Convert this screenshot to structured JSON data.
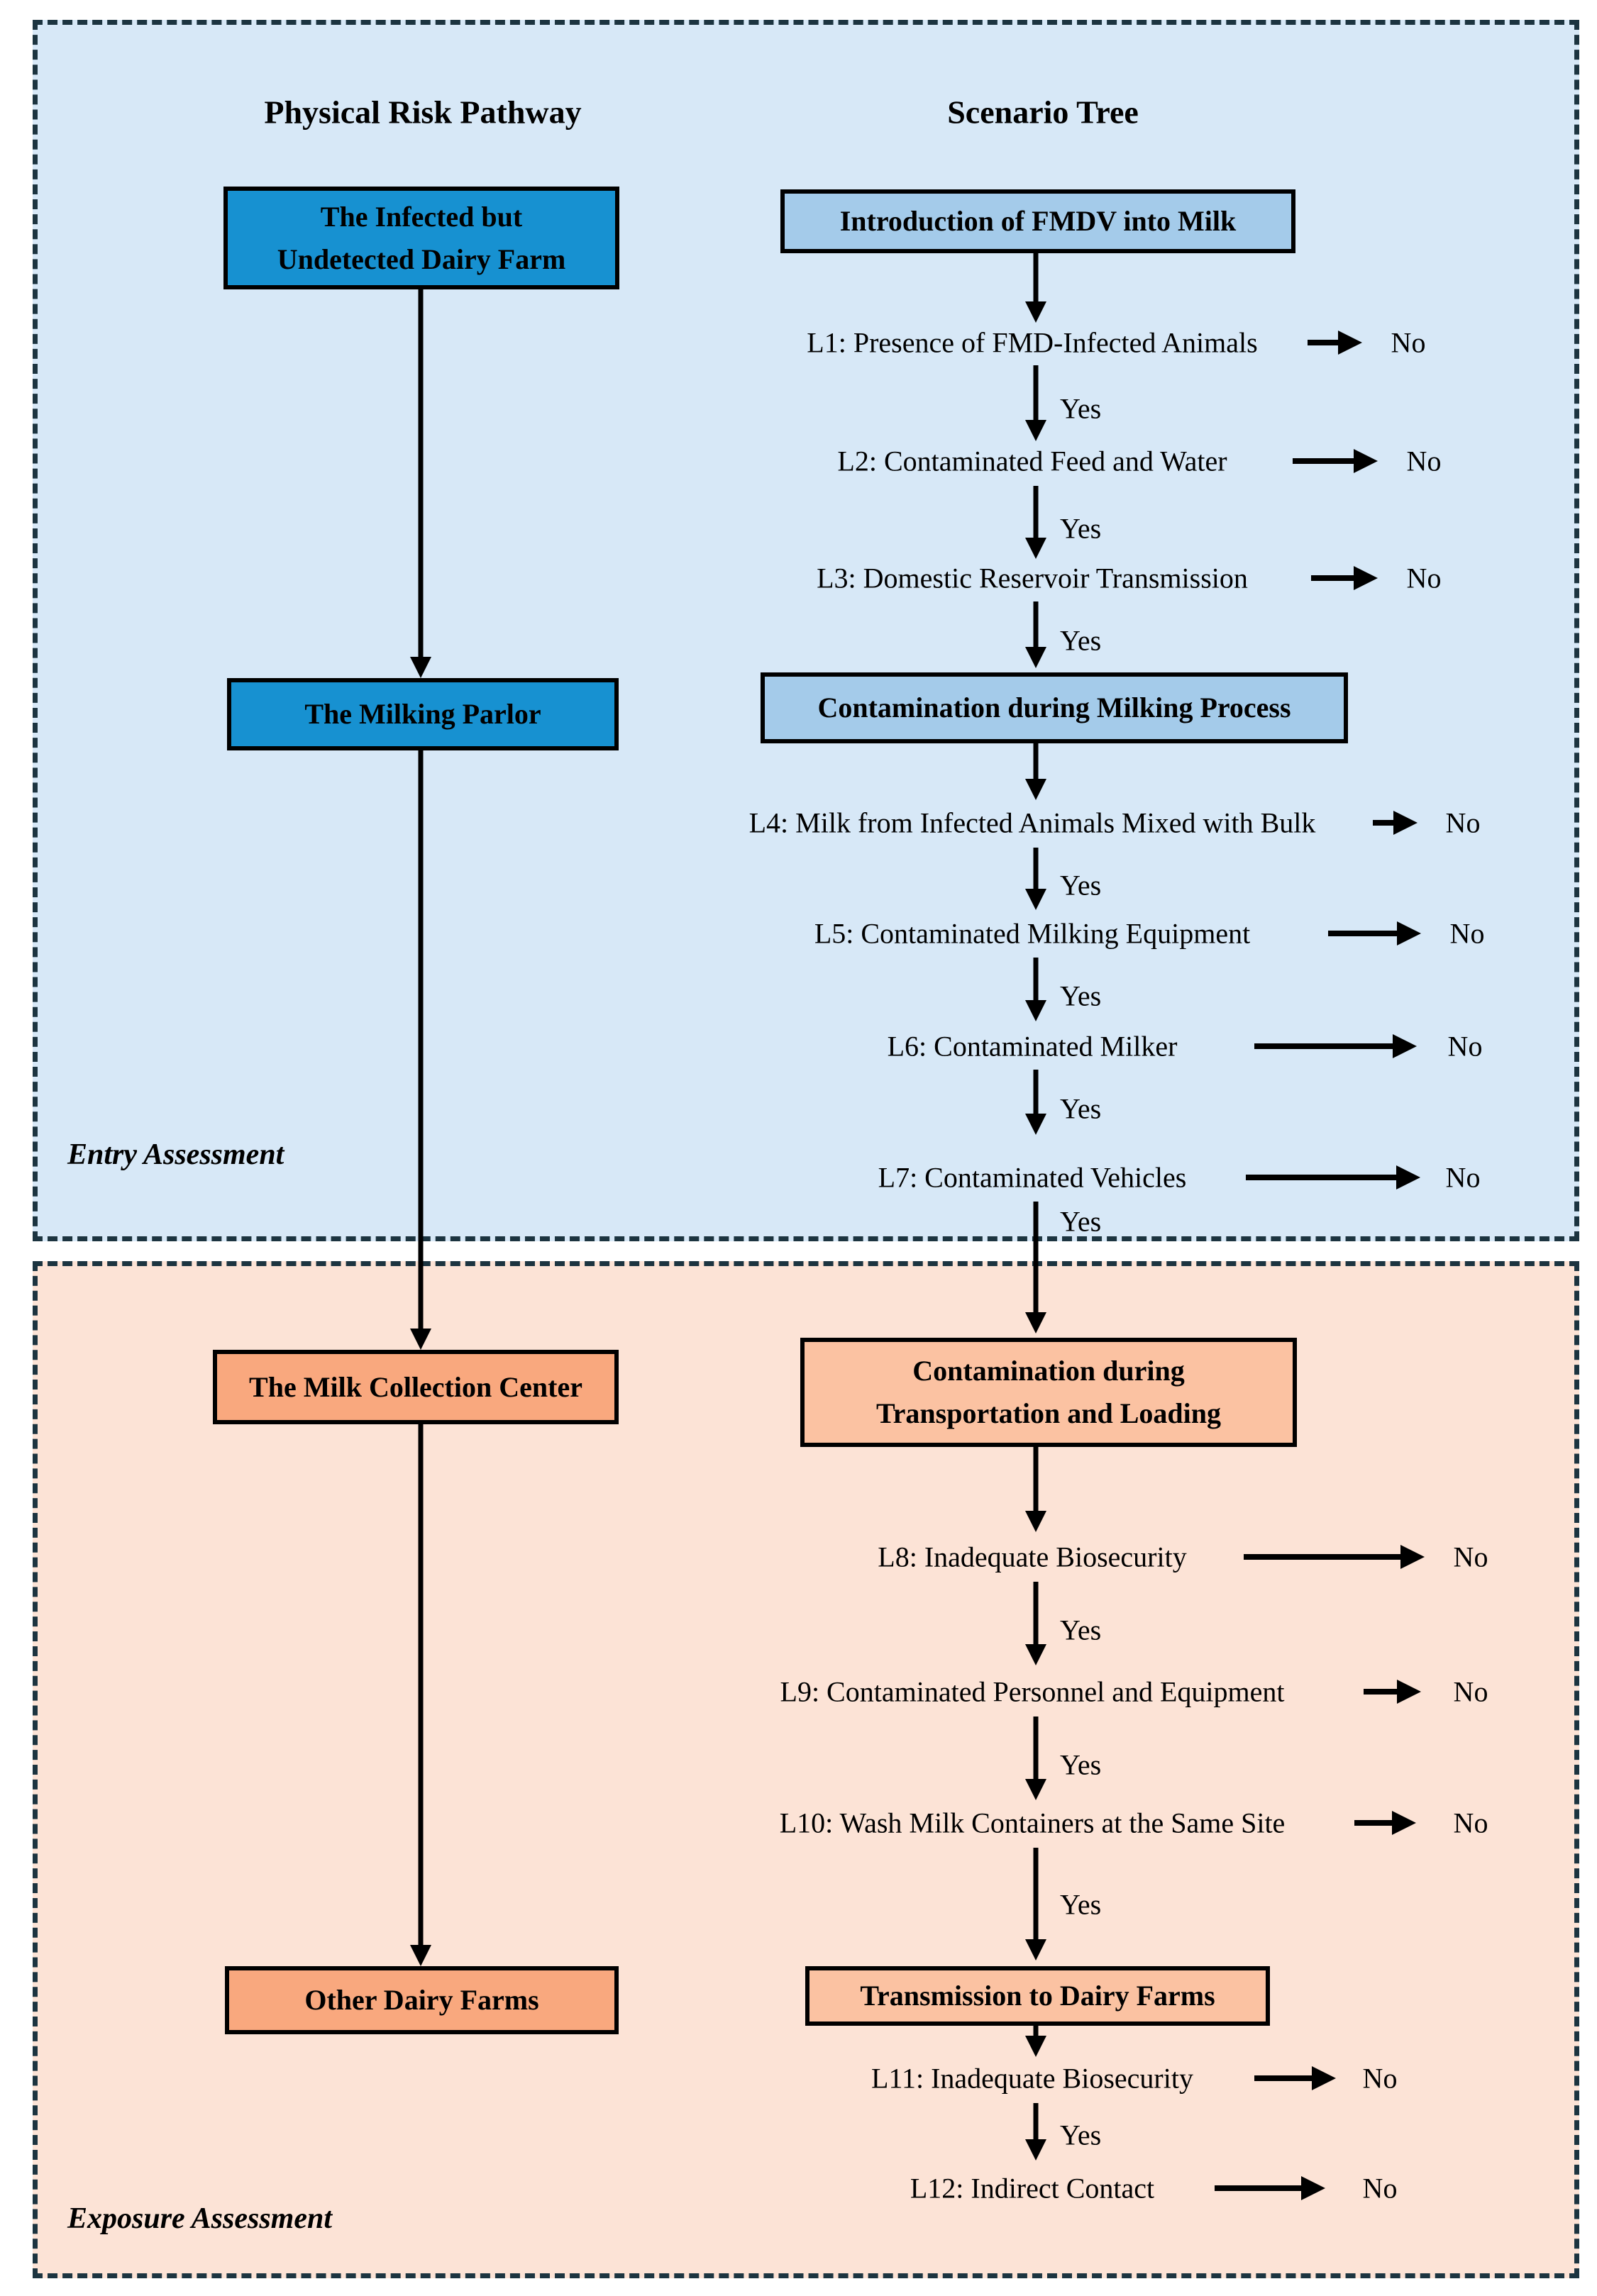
{
  "headers": {
    "left": "Physical Risk Pathway",
    "right": "Scenario Tree"
  },
  "sections": {
    "entry": "Entry Assessment",
    "exposure": "Exposure Assessment"
  },
  "labels": {
    "yes": "Yes"
  },
  "pathway_boxes": {
    "infected_farm": {
      "line1": "The Infected but",
      "line2": "Undetected Dairy Farm"
    },
    "milking_parlor": {
      "label": "The Milking Parlor"
    },
    "milk_collection_center": {
      "label": "The Milk Collection Center"
    },
    "other_dairy_farms": {
      "label": "Other Dairy Farms"
    }
  },
  "scenario_boxes": {
    "introduction": {
      "label": "Introduction of FMDV into Milk"
    },
    "milking_process": {
      "label": "Contamination during Milking Process"
    },
    "transport_loading": {
      "line1": "Contamination during",
      "line2": "Transportation and Loading"
    },
    "transmission_farms": {
      "label": "Transmission to Dairy Farms"
    }
  },
  "decision_rows": [
    {
      "id": "L1",
      "label": "L1: Presence of FMD-Infected Animals",
      "no": "No"
    },
    {
      "id": "L2",
      "label": "L2: Contaminated Feed and Water",
      "no": "No"
    },
    {
      "id": "L3",
      "label": "L3: Domestic Reservoir Transmission",
      "no": "No"
    },
    {
      "id": "L4",
      "label": "L4: Milk from Infected Animals Mixed with Bulk",
      "no": "No"
    },
    {
      "id": "L5",
      "label": "L5: Contaminated Milking Equipment",
      "no": "No"
    },
    {
      "id": "L6",
      "label": "L6: Contaminated Milker",
      "no": "No"
    },
    {
      "id": "L7",
      "label": "L7: Contaminated Vehicles",
      "no": "No"
    },
    {
      "id": "L8",
      "label": "L8: Inadequate Biosecurity",
      "no": "No"
    },
    {
      "id": "L9",
      "label": "L9: Contaminated Personnel and Equipment",
      "no": "No"
    },
    {
      "id": "L10",
      "label": "L10: Wash Milk Containers at the Same Site",
      "no": "No"
    },
    {
      "id": "L11",
      "label": "L11: Inadequate Biosecurity",
      "no": "No"
    },
    {
      "id": "L12",
      "label": "L12: Indirect Contact",
      "no": "No"
    }
  ],
  "colors": {
    "entry_bg": "#D7E8F7",
    "exposure_bg": "#FCE3D6",
    "pathway_blue": "#1791D1",
    "scenario_blue": "#A4CBEA",
    "pathway_orange": "#F9A87E",
    "scenario_orange": "#FBC2A2",
    "dashed_border": "#1C3440",
    "line": "#000000"
  }
}
